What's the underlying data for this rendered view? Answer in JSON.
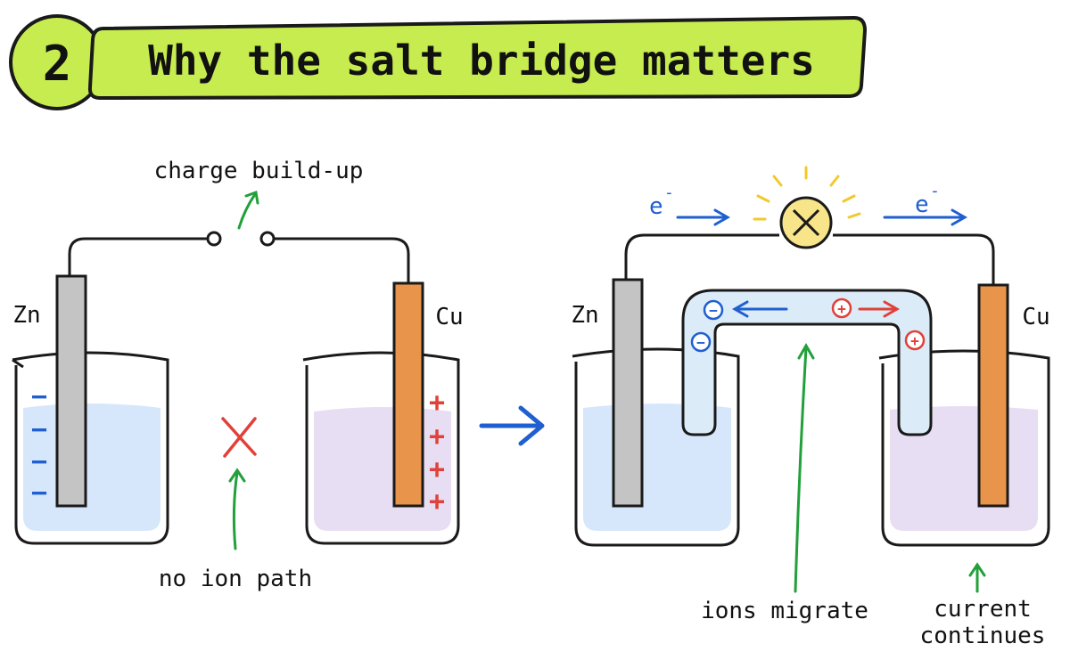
{
  "header": {
    "step_number": "2",
    "title": "Why the salt bridge matters"
  },
  "left_cell": {
    "anode_label": "Zn",
    "cathode_label": "Cu",
    "top_annotation": "charge build-up",
    "bottom_annotation": "no ion path",
    "anode_charge_symbol": "−",
    "cathode_charge_symbol": "+"
  },
  "right_cell": {
    "anode_label": "Zn",
    "cathode_label": "Cu",
    "electron_label_base": "e",
    "electron_label_sup": "-",
    "bridge_annotation": "ions migrate",
    "current_line1": "current",
    "current_line2": "continues",
    "anion_symbol": "−",
    "cation_symbol": "+"
  },
  "colors": {
    "title_bar": "#c7ec4f",
    "zinc": "#c4c4c4",
    "copper": "#e8944b",
    "zinc_solution": "#d7e7fb",
    "copper_solution": "#e8def3",
    "salt_bridge": "#dcebf8",
    "annotation_arrow": "#22a03a",
    "electron_arrow": "#1f5fd0",
    "cation": "#e0413a",
    "anion": "#1f5fd0",
    "bulb": "#f8e58a"
  }
}
